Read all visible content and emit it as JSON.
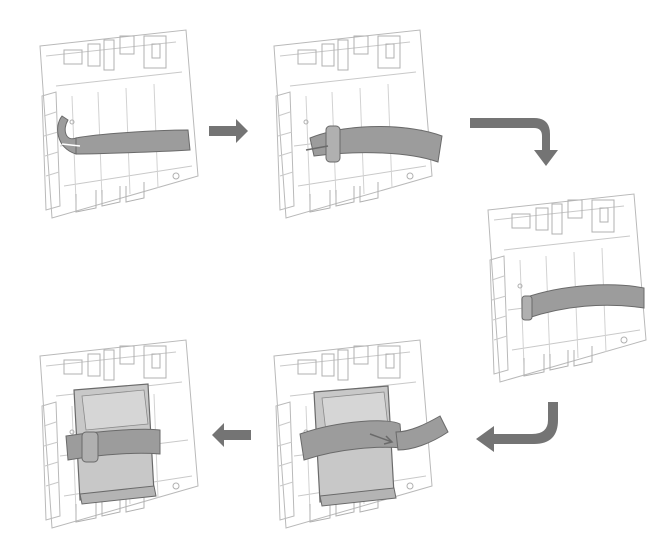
{
  "diagram": {
    "background": "#ffffff",
    "line_color": "#b9b9b9",
    "strap_fill": "#9c9c9c",
    "strap_stroke": "#6a6a6a",
    "module_fill": "#c8c8c8",
    "arrow_color": "#747474",
    "steps": [
      {
        "id": 1,
        "icon": "board-with-strap-threaded"
      },
      {
        "id": 2,
        "icon": "strap-pulled-through-buckle"
      },
      {
        "id": 3,
        "icon": "strap-laid-across-board"
      },
      {
        "id": 4,
        "icon": "module-placed-strap-wrapping"
      },
      {
        "id": 5,
        "icon": "strap-secured-over-module"
      }
    ],
    "arrows": [
      {
        "from": 1,
        "to": 2,
        "shape": "straight-right"
      },
      {
        "from": 2,
        "to": 3,
        "shape": "curved-down"
      },
      {
        "from": 3,
        "to": 4,
        "shape": "curved-down-left"
      },
      {
        "from": 4,
        "to": 5,
        "shape": "straight-left"
      }
    ]
  }
}
